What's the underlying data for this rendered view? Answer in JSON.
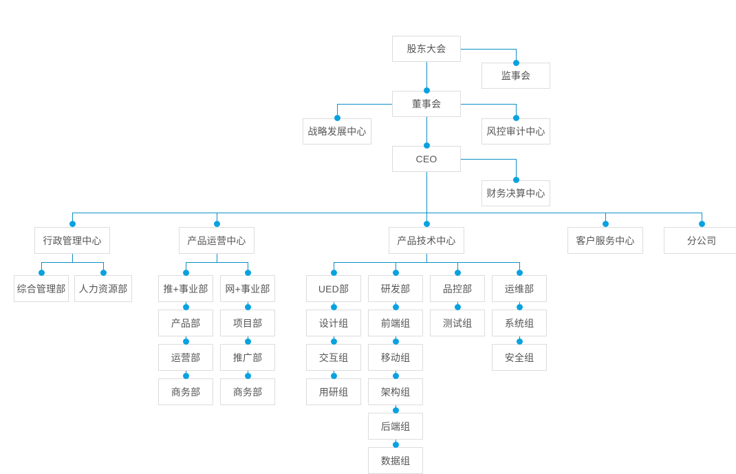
{
  "chart_data": {
    "type": "diagram",
    "title": "",
    "diagram_kind": "organization-chart",
    "orientation": "top-down",
    "colors": {
      "connector": "#0b8ec4",
      "node_dot": "#08a2e0",
      "node_border": "#dcdcdc",
      "node_background": "#ffffff",
      "node_text": "#555555",
      "page_background": "#ffffff"
    },
    "levels": [
      [
        "股东大会"
      ],
      [
        "监事会",
        "董事会"
      ],
      [
        "战略发展中心",
        "风控审计中心",
        "CEO"
      ],
      [
        "财务决算中心"
      ],
      [
        "行政管理中心",
        "产品运营中心",
        "产品技术中心",
        "客户服务中心",
        "分公司"
      ],
      [
        "综合管理部",
        "人力资源部",
        "推+事业部",
        "网+事业部",
        "UED部",
        "研发部",
        "品控部",
        "运维部"
      ],
      [
        "产品部",
        "项目部",
        "设计组",
        "前端组",
        "测试组",
        "系统组"
      ],
      [
        "运营部",
        "推广部",
        "交互组",
        "移动组",
        "安全组"
      ],
      [
        "商务部",
        "商务部",
        "用研组",
        "架构组"
      ],
      [
        "后端组"
      ],
      [
        "数据组"
      ]
    ],
    "edges": [
      {
        "from": "股东大会",
        "to": "监事会"
      },
      {
        "from": "股东大会",
        "to": "董事会"
      },
      {
        "from": "董事会",
        "to": "战略发展中心"
      },
      {
        "from": "董事会",
        "to": "风控审计中心"
      },
      {
        "from": "董事会",
        "to": "CEO"
      },
      {
        "from": "CEO",
        "to": "财务决算中心"
      },
      {
        "from": "CEO",
        "to": "行政管理中心"
      },
      {
        "from": "CEO",
        "to": "产品运营中心"
      },
      {
        "from": "CEO",
        "to": "产品技术中心"
      },
      {
        "from": "CEO",
        "to": "客户服务中心"
      },
      {
        "from": "CEO",
        "to": "分公司"
      },
      {
        "from": "行政管理中心",
        "to": "综合管理部"
      },
      {
        "from": "行政管理中心",
        "to": "人力资源部"
      },
      {
        "from": "产品运营中心",
        "to": "推+事业部"
      },
      {
        "from": "产品运营中心",
        "to": "网+事业部"
      },
      {
        "from": "推+事业部",
        "to": "产品部"
      },
      {
        "from": "产品部",
        "to": "运营部"
      },
      {
        "from": "运营部",
        "to": "商务部"
      },
      {
        "from": "网+事业部",
        "to": "项目部"
      },
      {
        "from": "项目部",
        "to": "推广部"
      },
      {
        "from": "推广部",
        "to": "商务部"
      },
      {
        "from": "产品技术中心",
        "to": "UED部"
      },
      {
        "from": "产品技术中心",
        "to": "研发部"
      },
      {
        "from": "产品技术中心",
        "to": "品控部"
      },
      {
        "from": "产品技术中心",
        "to": "运维部"
      },
      {
        "from": "UED部",
        "to": "设计组"
      },
      {
        "from": "设计组",
        "to": "交互组"
      },
      {
        "from": "交互组",
        "to": "用研组"
      },
      {
        "from": "研发部",
        "to": "前端组"
      },
      {
        "from": "前端组",
        "to": "移动组"
      },
      {
        "from": "移动组",
        "to": "架构组"
      },
      {
        "from": "架构组",
        "to": "后端组"
      },
      {
        "from": "后端组",
        "to": "数据组"
      },
      {
        "from": "品控部",
        "to": "测试组"
      },
      {
        "from": "运维部",
        "to": "系统组"
      },
      {
        "from": "系统组",
        "to": "安全组"
      }
    ]
  },
  "nodes": {
    "shareholders_meeting": "股东大会",
    "supervisory_board": "监事会",
    "board_of_directors": "董事会",
    "strategy_development_center": "战略发展中心",
    "risk_audit_center": "风控审计中心",
    "ceo": "CEO",
    "finance_settlement_center": "财务决算中心",
    "admin_management_center": "行政管理中心",
    "product_operation_center": "产品运营中心",
    "product_technology_center": "产品技术中心",
    "customer_service_center": "客户服务中心",
    "branch_company": "分公司",
    "general_management_dept": "综合管理部",
    "human_resources_dept": "人力资源部",
    "tui_business_unit": "推+事业部",
    "wang_business_unit": "网+事业部",
    "product_dept": "产品部",
    "project_dept": "项目部",
    "operation_dept": "运营部",
    "promotion_dept": "推广部",
    "business_dept_left": "商务部",
    "business_dept_right": "商务部",
    "ued_dept": "UED部",
    "rd_dept": "研发部",
    "qc_dept": "品控部",
    "ops_dept": "运维部",
    "design_group": "设计组",
    "frontend_group": "前端组",
    "test_group": "测试组",
    "system_group": "系统组",
    "interaction_group": "交互组",
    "mobile_group": "移动组",
    "security_group": "安全组",
    "user_research_group": "用研组",
    "architecture_group": "架构组",
    "backend_group": "后端组",
    "data_group": "数据组"
  }
}
